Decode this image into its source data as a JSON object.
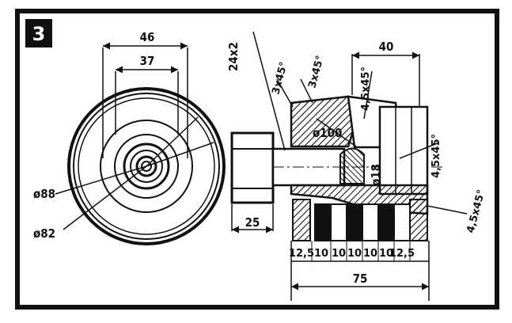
{
  "figure": {
    "number": "3"
  },
  "front_view": {
    "dims": {
      "outer_width": "46",
      "inner_width": "37",
      "diameter_outer": "ø88",
      "diameter_inner": "ø82"
    }
  },
  "section_view": {
    "dims": {
      "thread": "24x2",
      "chamfer_1": "3x45°",
      "chamfer_2": "3x45°",
      "chamfer_3": "4,5x45°",
      "chamfer_4": "4,5x45°",
      "chamfer_5": "4,5x45°",
      "top_width": "40",
      "bore_diameter": "ø100",
      "hub_diameter": "ø18",
      "nut_width": "25",
      "total_length": "75",
      "segments": [
        "12,5",
        "10",
        "10",
        "10",
        "10",
        "10",
        "12,5"
      ]
    }
  },
  "colors": {
    "ink": "#111111",
    "paper": "#ffffff",
    "frame": "#000000"
  }
}
